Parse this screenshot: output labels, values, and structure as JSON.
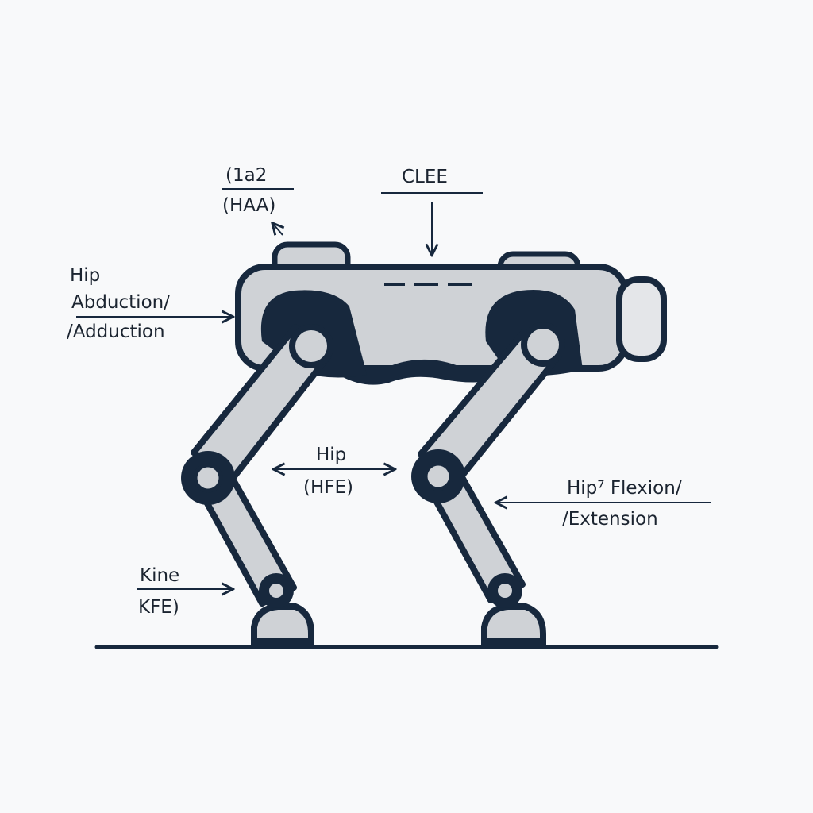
{
  "labels": {
    "haa_code": "(1a2",
    "haa_short": "(HAA)",
    "top_center": "CLEE",
    "hip_abd_1": "Hip",
    "hip_abd_2": "Abduction/",
    "hip_abd_3": "/Adduction",
    "hfe_1": "Hip",
    "hfe_2": "(HFE)",
    "hip_flex_1": "Hip⁷ Flexion/",
    "hip_flex_2": "/Extension",
    "kfe_1": "Kine",
    "kfe_2": "KFE)"
  },
  "colors": {
    "ink": "#17283d",
    "body": "#cfd2d6",
    "background": "#f8f9fa"
  }
}
